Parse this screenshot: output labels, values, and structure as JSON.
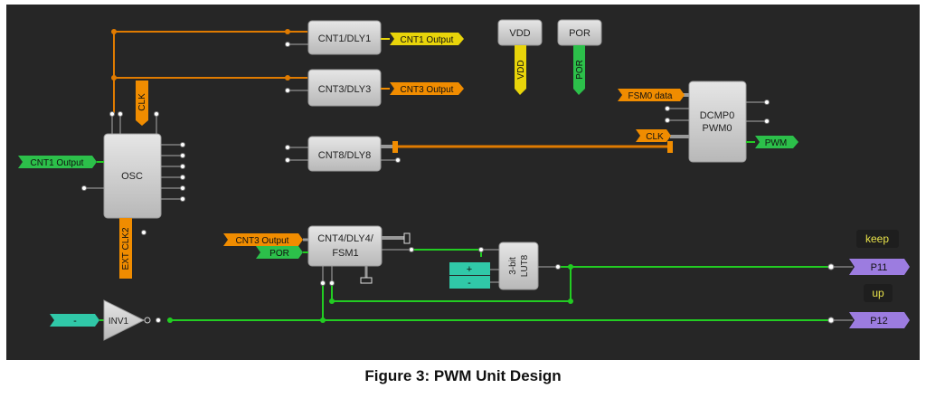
{
  "caption": "Figure 3: PWM Unit Design",
  "colors": {
    "canvas": "#262626",
    "block": "#cfcfcf",
    "clock_wire": "#e07b00",
    "logic_wire": "#22cc22",
    "port_orange": "#f08c00",
    "port_yellow": "#e8d40a",
    "port_green": "#2cc04a",
    "port_teal": "#30c8a8",
    "port_purple": "#9c7ce0",
    "label_text": "#e8e24a"
  },
  "blocks": {
    "cnt1": "CNT1/DLY1",
    "cnt3": "CNT3/DLY3",
    "cnt8": "CNT8/DLY8",
    "osc": "OSC",
    "cnt4_line1": "CNT4/DLY4/",
    "cnt4_line2": "FSM1",
    "lut_line1": "3-bit",
    "lut_line2": "LUT8",
    "dcmp_line1": "DCMP0",
    "dcmp_line2": "PWM0",
    "vdd": "VDD",
    "por": "POR",
    "inv": "INV1"
  },
  "ports": {
    "cnt1_output": "CNT1 Output",
    "cnt3_output": "CNT3 Output",
    "osc_in": "CNT1 Output",
    "osc_clk": "CLK",
    "osc_ext": "EXT CLK2",
    "vdd_out": "VDD",
    "por_out": "POR",
    "fsm0_data": "FSM0 data",
    "dcmp_clk": "CLK",
    "pwm": "PWM",
    "cnt4_in_cnt3": "CNT3 Output",
    "cnt4_in_por": "POR",
    "lut_plus": "+",
    "lut_minus": "-",
    "inv_in": "-",
    "p11": "P11",
    "p12": "P12"
  },
  "labels": {
    "keep": "keep",
    "up": "up"
  }
}
